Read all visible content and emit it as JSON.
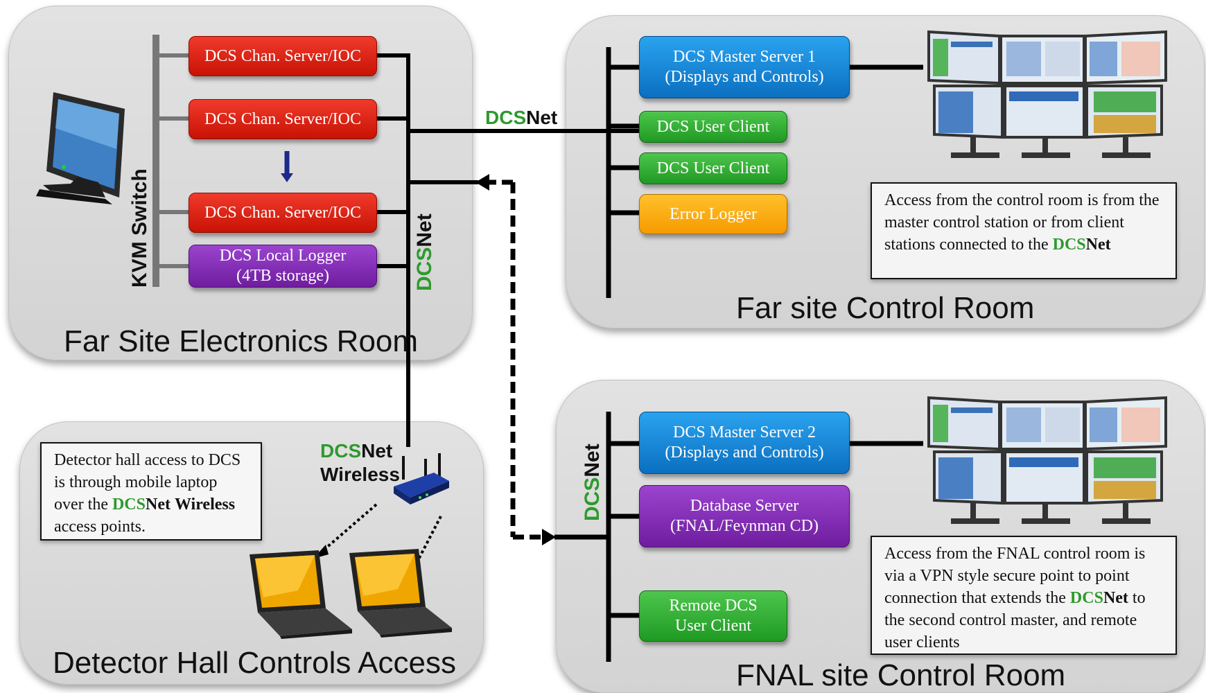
{
  "panels": {
    "electronics_room": "Far Site Electronics Room",
    "far_control_room": "Far site Control Room",
    "detector_hall": "Detector Hall Controls Access",
    "fnal_control_room": "FNAL site Control Room"
  },
  "electronics": {
    "server1": "DCS Chan. Server/IOC",
    "server2": "DCS Chan. Server/IOC",
    "server3": "DCS Chan. Server/IOC",
    "logger_line1": "DCS Local Logger",
    "logger_line2": "(4TB storage)",
    "kvm_label": "KVM Switch",
    "dcsnet_vertical_prefix": "DCS",
    "dcsnet_vertical_suffix": "Net"
  },
  "dcsnet_link": {
    "prefix": "DCS",
    "suffix": "Net"
  },
  "far_control": {
    "master_line1": "DCS Master Server 1",
    "master_line2": "(Displays and Controls)",
    "client1": "DCS User Client",
    "client2": "DCS User Client",
    "error_logger": "Error Logger",
    "note_text": "Access from the control room is from the master control station or from client stations connected to the ",
    "note_dcs": "DCS",
    "note_net": "Net"
  },
  "fnal_control": {
    "master_line1": "DCS Master Server 2",
    "master_line2": "(Displays and Controls)",
    "db_line1": "Database Server",
    "db_line2": "(FNAL/Feynman CD)",
    "remote_line1": "Remote DCS",
    "remote_line2": "User Client",
    "dcsnet_vertical_prefix": "DCS",
    "dcsnet_vertical_suffix": "Net",
    "note_text1": "Access from the FNAL control room is via a VPN style secure point to point connection that extends the ",
    "note_dcs": "DCS",
    "note_net": "Net",
    "note_text2": " to the second control master, and remote user clients"
  },
  "detector_hall": {
    "wireless_prefix": "DCS",
    "wireless_suffix": "Net",
    "wireless_word": "Wireless",
    "note_text1": "Detector hall access to DCS is through mobile laptop over the ",
    "note_dcs": "DCS",
    "note_net": "Net",
    "note_wireless": "Wireless",
    "note_text2": " access points."
  },
  "colors": {
    "red": "#d81e10",
    "purple": "#7f2cb3",
    "blue": "#1786d8",
    "green": "#2ea932",
    "orange": "#ffab10",
    "dcs_green": "#2d9a2d"
  },
  "icons": [
    "monitor-icon",
    "display-wall-icon",
    "wireless-router-icon",
    "laptop-icon"
  ]
}
